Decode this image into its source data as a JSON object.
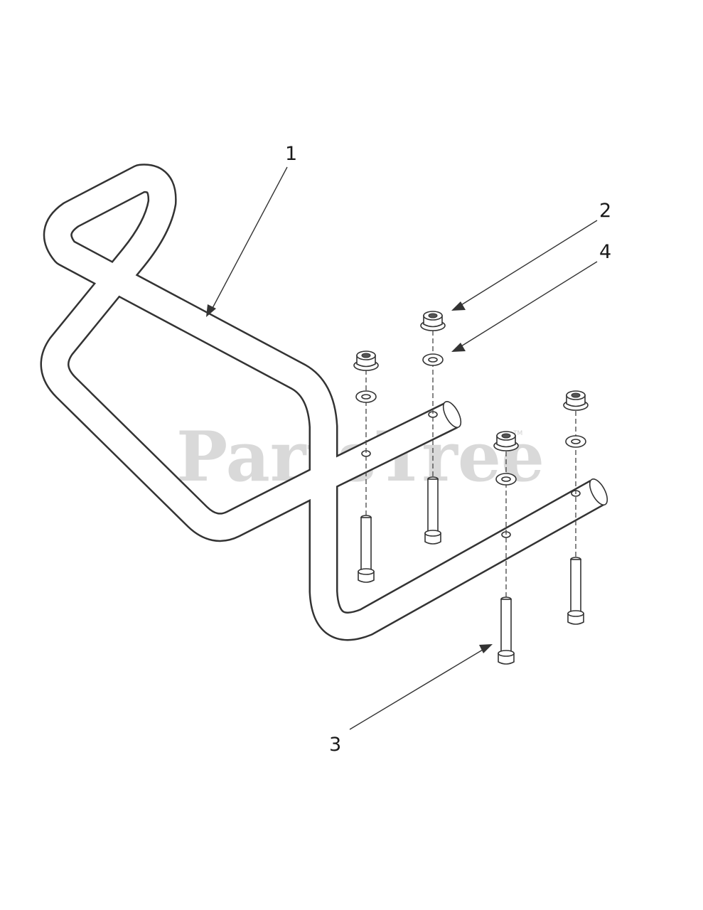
{
  "watermark": {
    "text": "PartsTree",
    "trademark": "TM"
  },
  "callouts": [
    {
      "id": "1",
      "label": "1",
      "part": "handle-tube"
    },
    {
      "id": "2",
      "label": "2",
      "part": "hex-flange-nut"
    },
    {
      "id": "4",
      "label": "4",
      "part": "washer"
    },
    {
      "id": "3",
      "label": "3",
      "part": "hex-bolt"
    }
  ],
  "colors": {
    "line": "#333333",
    "watermark": "#d9d9d9",
    "background": "#ffffff"
  }
}
